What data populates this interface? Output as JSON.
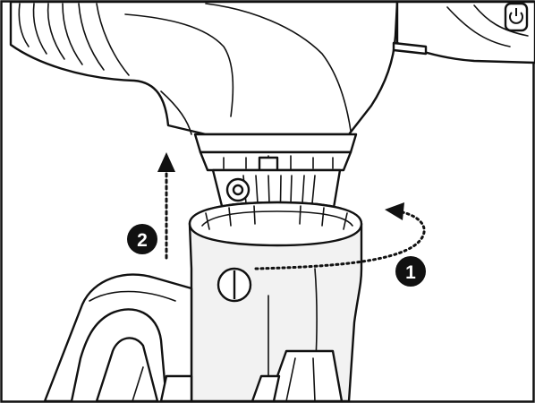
{
  "steps": [
    {
      "id": 1,
      "label": "1",
      "motion": "rotate"
    },
    {
      "id": 2,
      "label": "2",
      "motion": "lift-up"
    }
  ],
  "colors": {
    "ink": "#111111",
    "paper": "#ffffff",
    "shade": "#f2f2f2"
  },
  "icons": {
    "power": "power-icon"
  }
}
